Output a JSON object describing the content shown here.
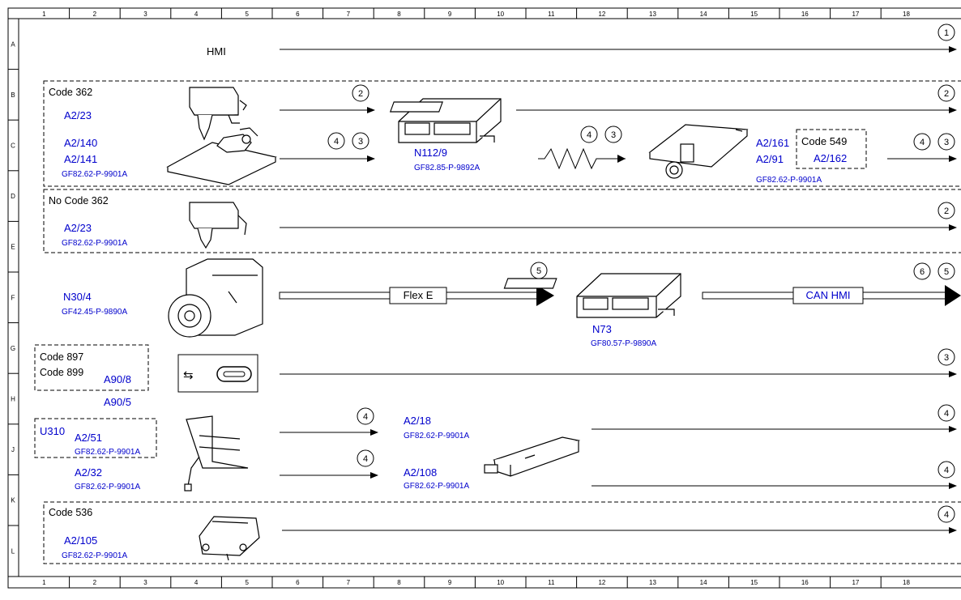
{
  "grid": {
    "columns": [
      "1",
      "2",
      "3",
      "4",
      "5",
      "6",
      "7",
      "8",
      "9",
      "10",
      "11",
      "12",
      "13",
      "14",
      "15",
      "16",
      "17",
      "18"
    ],
    "rows": [
      "A",
      "B",
      "C",
      "D",
      "E",
      "F",
      "G",
      "H",
      "J",
      "K",
      "L"
    ]
  },
  "rows": {
    "hmi": {
      "label": "HMI",
      "ref": "1"
    },
    "code362": {
      "title": "Code 362",
      "a2_23": "A2/23",
      "a2_140": "A2/140",
      "a2_141": "A2/141",
      "doc": "GF82.62-P-9901A",
      "ref_top": "2",
      "ref_bot1": "4",
      "ref_bot2": "3",
      "n112": "N112/9",
      "n112_doc": "GF82.85-P-9892A",
      "out_top": "2",
      "zig_ref1": "4",
      "zig_ref2": "3",
      "a2_161": "A2/161",
      "a2_91": "A2/91",
      "ant_doc": "GF82.62-P-9901A",
      "code549": "Code 549",
      "a2_162": "A2/162",
      "out_bot1": "4",
      "out_bot2": "3"
    },
    "nocode362": {
      "title": "No Code 362",
      "a2_23": "A2/23",
      "doc": "GF82.62-P-9901A",
      "out": "2"
    },
    "n30": {
      "label": "N30/4",
      "doc": "GF42.45-P-9890A",
      "bus": "Flex E",
      "ref_mid": "5",
      "n73": "N73",
      "n73_doc": "GF80.57-P-9890A",
      "can": "CAN HMI",
      "out1": "6",
      "out2": "5"
    },
    "usb": {
      "code897": "Code 897",
      "code899": "Code 899",
      "a90_8": "A90/8",
      "a90_5": "A90/5",
      "out": "3"
    },
    "antenna": {
      "u310": "U310",
      "a2_51": "A2/51",
      "a2_51_doc": "GF82.62-P-9901A",
      "a2_32": "A2/32",
      "a2_32_doc": "GF82.62-P-9901A",
      "ref1": "4",
      "ref2": "4",
      "a2_18": "A2/18",
      "a2_18_doc": "GF82.62-P-9901A",
      "a2_108": "A2/108",
      "a2_108_doc": "GF82.62-P-9901A",
      "out1": "4",
      "out2": "4"
    },
    "code536": {
      "title": "Code 536",
      "a2_105": "A2/105",
      "doc": "GF82.62-P-9901A",
      "out": "4"
    }
  },
  "colors": {
    "label_blue": "#0000cc",
    "line": "#000000"
  }
}
